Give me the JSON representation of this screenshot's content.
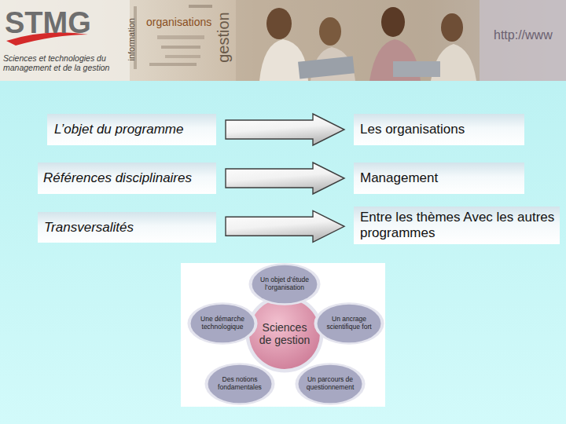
{
  "diagram": {
    "nodes": [
      {
        "text": [
          "L’objet du programme"
        ]
      },
      {
        "text": [
          "Les organisations"
        ]
      },
      {
        "text": [
          "Références disciplinaires"
        ]
      },
      {
        "text": [
          "Management"
        ]
      },
      {
        "text": [
          "Transversalités"
        ]
      },
      {
        "text": [
          "Entre les thèmes Avec les autres programmes"
        ]
      },
      {
        "text": [
          "Un objet d’étude l’organisation"
        ]
      },
      {
        "text": [
          "Une démarche technologique"
        ]
      },
      {
        "text": [
          "Sciences de gestion"
        ]
      },
      {
        "text": [
          "Un ancrage scientifique fort"
        ]
      },
      {
        "text": [
          "Des notions fondamentales"
        ]
      },
      {
        "text": [
          "Un parcours de questionnement"
        ]
      }
    ],
    "edges": [
      {
        "from": 0,
        "to": 1,
        "arrow": "to"
      },
      {
        "from": 2,
        "to": 3,
        "arrow": "to"
      },
      {
        "from": 4,
        "to": 5,
        "arrow": "to"
      }
    ],
    "labels": [
      "STMG",
      "Sciences et technologies du management et de la gestion",
      "organisations",
      "information",
      "gestion",
      "http://www"
    ]
  }
}
